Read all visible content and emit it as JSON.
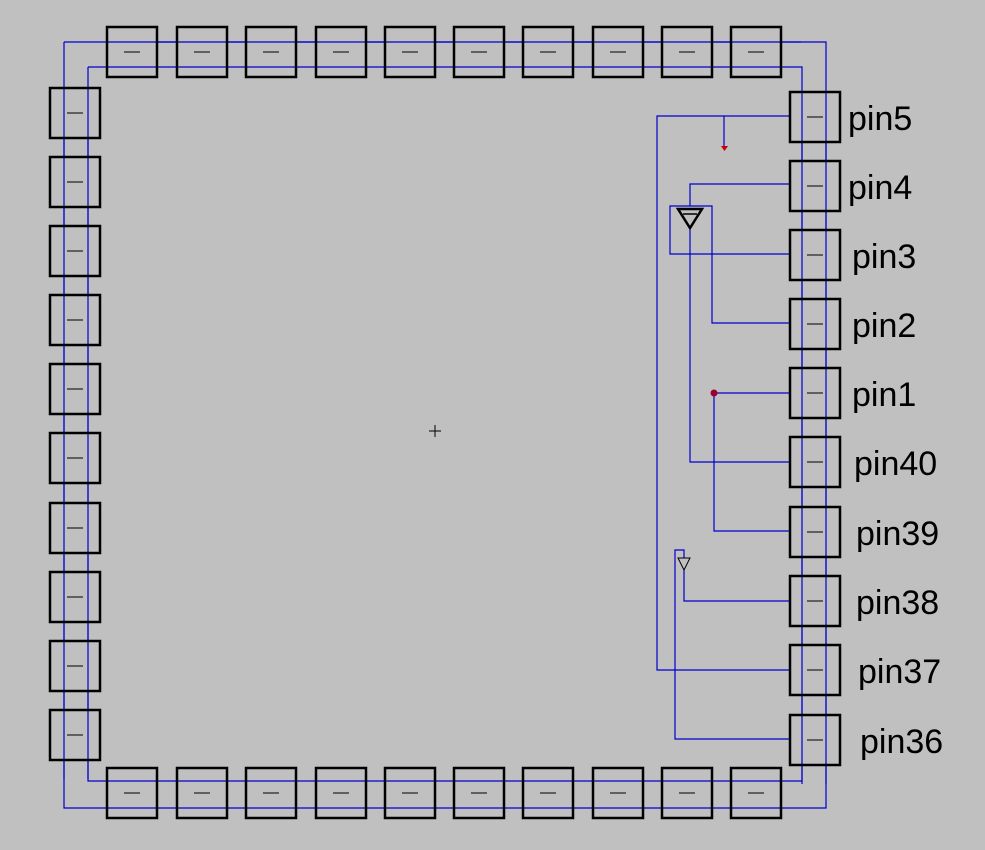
{
  "colors": {
    "background": "#c0c0c0",
    "wire": "#0000cc",
    "pad_stroke": "#000000",
    "marker_red": "#cc0000",
    "junction": "#990033"
  },
  "pins": {
    "right": [
      "pin5",
      "pin4",
      "pin3",
      "pin2",
      "pin1",
      "pin40",
      "pin39",
      "pin38",
      "pin37",
      "pin36"
    ]
  },
  "icons": [
    "triangle-buffer-icon",
    "small-triangle-icon",
    "red-arrow-marker",
    "junction-dot",
    "origin-crosshair"
  ]
}
